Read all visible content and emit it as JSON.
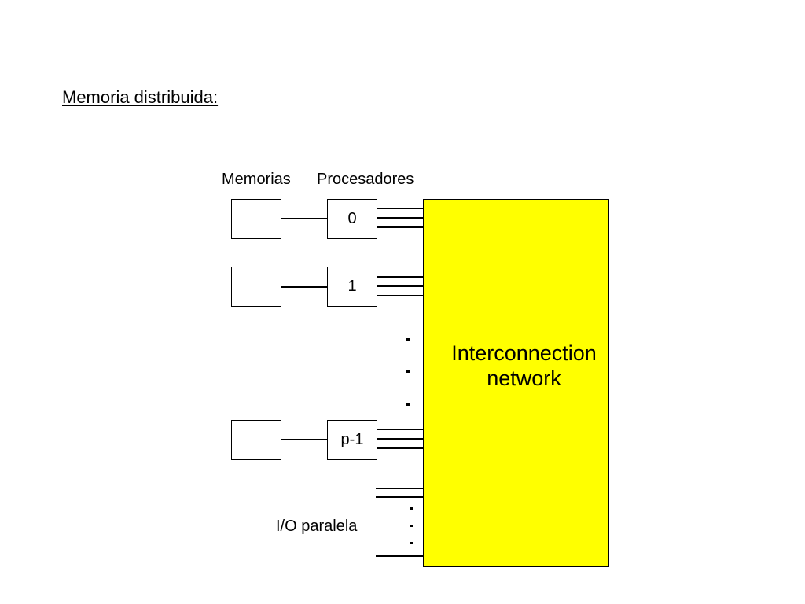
{
  "slide": {
    "title": "Memoria distribuida:"
  },
  "labels": {
    "memories": "Memorias",
    "processors": "Procesadores",
    "io": "I/O paralela"
  },
  "processors": [
    {
      "label": "0"
    },
    {
      "label": "1"
    },
    {
      "label": "p-1"
    }
  ],
  "network": {
    "line1": "Interconnection",
    "line2": "network",
    "fill_color": "#ffff00",
    "border_color": "#000000"
  }
}
